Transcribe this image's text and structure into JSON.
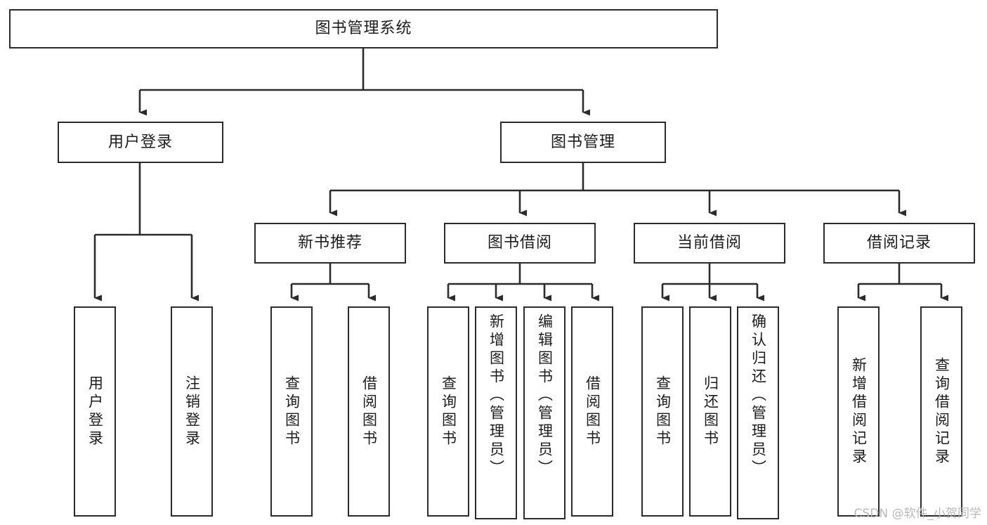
{
  "diagram": {
    "type": "tree-hierarchy",
    "title": "图书管理系统",
    "root": {
      "label": "图书管理系统",
      "id": "root"
    },
    "level2": [
      {
        "id": "user-login",
        "label": "用户登录"
      },
      {
        "id": "book-management",
        "label": "图书管理"
      }
    ],
    "level3": [
      {
        "id": "new-book-recommend",
        "label": "新书推荐",
        "parent": "book-management"
      },
      {
        "id": "book-borrow",
        "label": "图书借阅",
        "parent": "book-management"
      },
      {
        "id": "current-borrow",
        "label": "当前借阅",
        "parent": "book-management"
      },
      {
        "id": "borrow-record",
        "label": "借阅记录",
        "parent": "book-management"
      }
    ],
    "leaves": {
      "user-login": [
        {
          "id": "leaf-user-login",
          "label": "用户登录"
        },
        {
          "id": "leaf-user-logout",
          "label": "注销登录"
        }
      ],
      "new-book-recommend": [
        {
          "id": "leaf-query-book-1",
          "label": "查询图书"
        },
        {
          "id": "leaf-borrow-book-1",
          "label": "借阅图书"
        }
      ],
      "book-borrow": [
        {
          "id": "leaf-query-book-2",
          "label": "查询图书"
        },
        {
          "id": "leaf-add-book",
          "label": "新增图书（管理员）"
        },
        {
          "id": "leaf-edit-book",
          "label": "编辑图书（管理员）"
        },
        {
          "id": "leaf-borrow-book-2",
          "label": "借阅图书"
        }
      ],
      "current-borrow": [
        {
          "id": "leaf-query-book-3",
          "label": "查询图书"
        },
        {
          "id": "leaf-return-book",
          "label": "归还图书"
        },
        {
          "id": "leaf-confirm-return",
          "label": "确认归还（管理员）"
        }
      ],
      "borrow-record": [
        {
          "id": "leaf-add-record",
          "label": "新增借阅记录"
        },
        {
          "id": "leaf-query-record",
          "label": "查询借阅记录"
        }
      ]
    }
  },
  "watermark": {
    "text": "CSDN @软件_小贺同学"
  },
  "colors": {
    "stroke": "#2b2b2b",
    "fill": "#ffffff",
    "text": "#1c1c1c",
    "watermark": "#b9b9b9"
  }
}
